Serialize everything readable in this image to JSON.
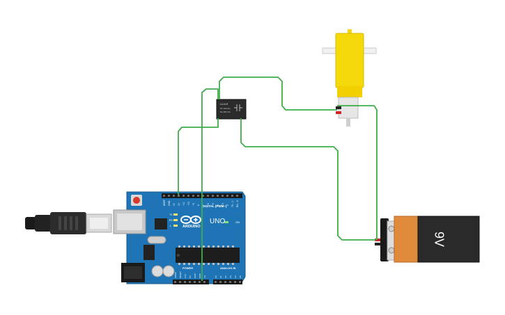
{
  "arduino": {
    "logo_text": "ARDUINO",
    "model_label": "UNO",
    "digital_label": "DIGITAL (PWM~)",
    "power_label": "POWER",
    "analog_label": "ANALOG IN",
    "on_label": "ON",
    "tx_label": "TX",
    "rx_label": "RX",
    "l_label": "L",
    "top_pin_labels": [
      "AREF",
      "GND",
      "13",
      "12",
      "~11",
      "~10",
      "~9",
      "8",
      "7",
      "~6",
      "~5",
      "4",
      "~3",
      "2",
      "TX→1",
      "RX←0"
    ],
    "power_pin_labels": [
      "IOREF",
      "RESET",
      "3.3V",
      "5V",
      "GND",
      "GND",
      "Vin"
    ],
    "analog_pin_labels": [
      "A0",
      "A1",
      "A2",
      "A3",
      "A4",
      "A5"
    ]
  },
  "relay": {
    "line1": "LU-5-R",
    "line2": "5V 10A AC",
    "line3": "5A 28V DC"
  },
  "battery": {
    "label": "9V"
  },
  "colors": {
    "wire": "#3dae49",
    "board": "#1e74b5",
    "motor": "#f5d90a",
    "battery_copper": "#e08a3c",
    "battery_black": "#2a2a2a"
  }
}
